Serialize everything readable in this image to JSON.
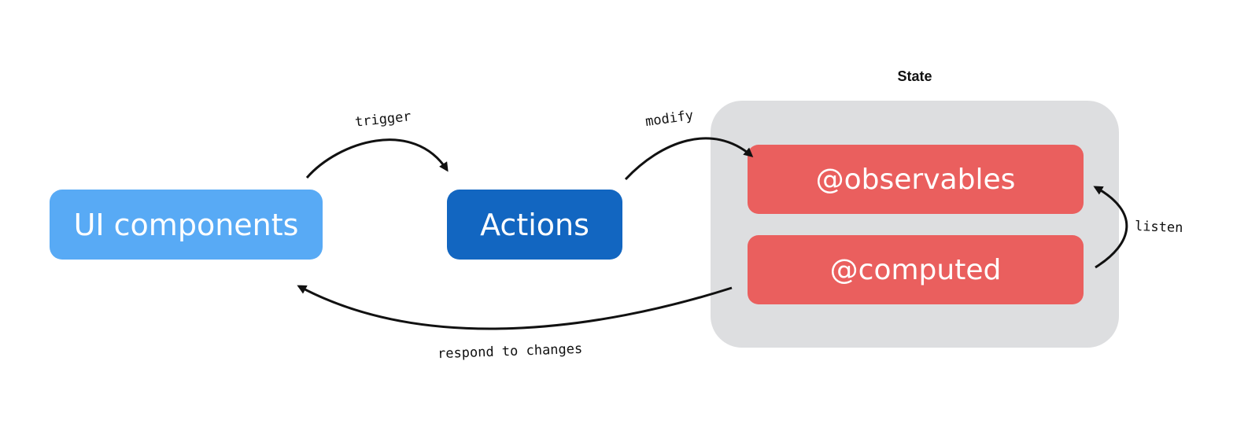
{
  "colors": {
    "ui_components": "#58aaf5",
    "actions": "#1266c1",
    "state_bg": "#dddee0",
    "store_item": "#ea5f5e",
    "arrow": "#111111"
  },
  "nodes": {
    "ui_components": "UI components",
    "actions": "Actions",
    "state_title": "State",
    "observables": "@observables",
    "computed": "@computed"
  },
  "edges": {
    "trigger": "trigger",
    "modify": "modify",
    "listen": "listen",
    "respond": "respond to changes"
  }
}
